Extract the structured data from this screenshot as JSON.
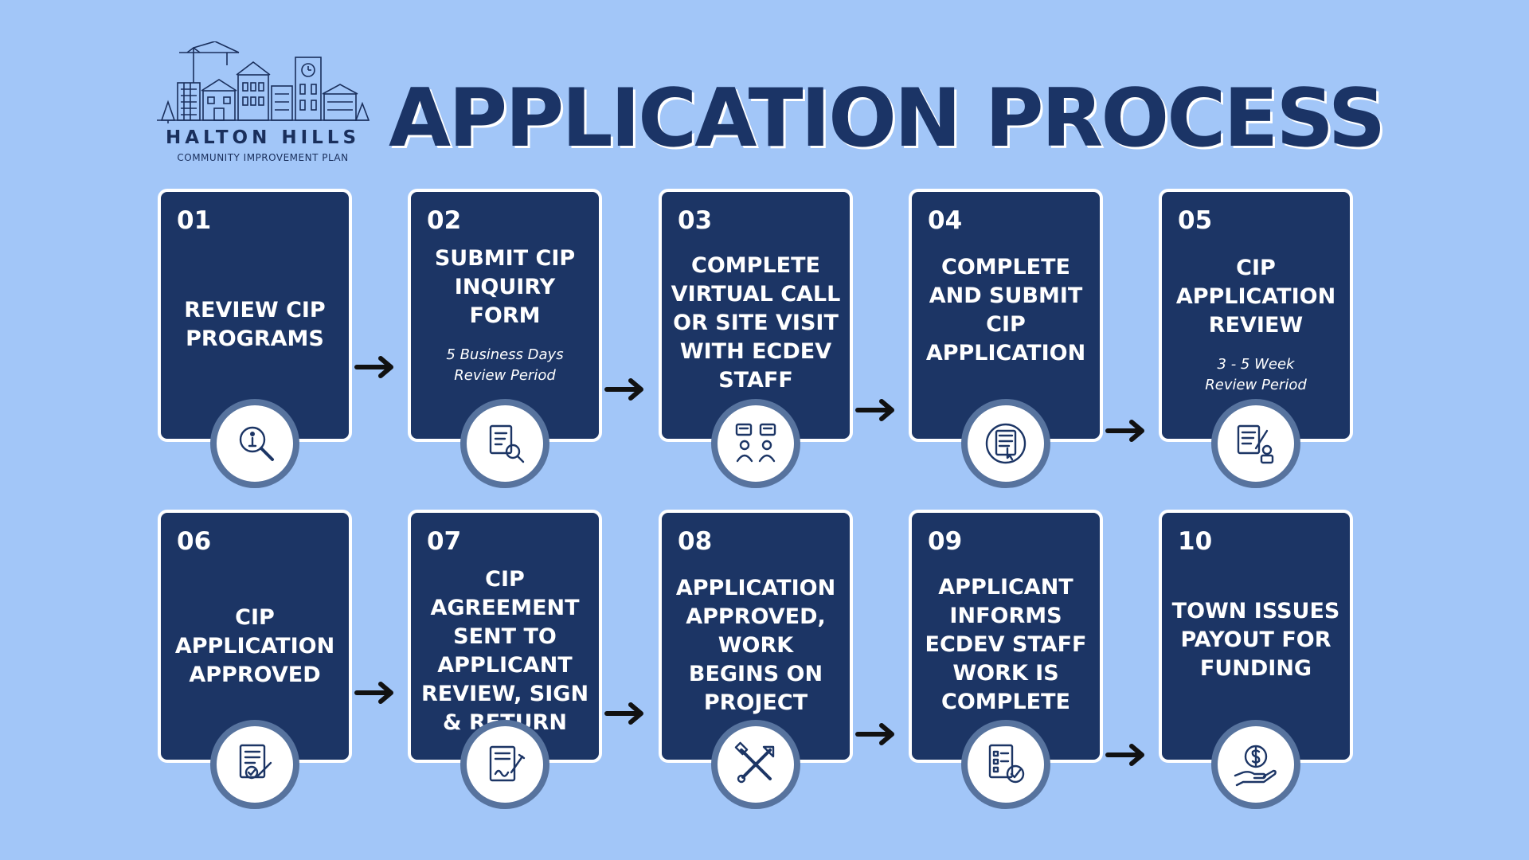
{
  "logo": {
    "name": "HALTON HILLS",
    "tagline": "COMMUNITY IMPROVEMENT PLAN"
  },
  "title": "APPLICATION PROCESS",
  "colors": {
    "background": "#a2c6f8",
    "card": "#1c3565",
    "title": "#1b3466",
    "badge_ring": "#57739e"
  },
  "steps": [
    {
      "number": "01",
      "label": "REVIEW CIP\nPROGRAMS",
      "note": "",
      "icon": "magnifier-info-icon"
    },
    {
      "number": "02",
      "label": "SUBMIT CIP\nINQUIRY FORM",
      "note": "5 Business Days\nReview Period",
      "icon": "document-search-icon"
    },
    {
      "number": "03",
      "label": "COMPLETE\nVIRTUAL CALL\nOR SITE VISIT\nWITH ECDEV\nSTAFF",
      "note": "",
      "icon": "people-chat-icon"
    },
    {
      "number": "04",
      "label": "COMPLETE\nAND SUBMIT\nCIP\nAPPLICATION",
      "note": "",
      "icon": "online-form-icon"
    },
    {
      "number": "05",
      "label": "CIP\nAPPLICATION\nREVIEW",
      "note": "3 - 5 Week\nReview Period",
      "icon": "document-reviewer-icon"
    },
    {
      "number": "06",
      "label": "CIP\nAPPLICATION\nAPPROVED",
      "note": "",
      "icon": "approved-document-icon"
    },
    {
      "number": "07",
      "label": "CIP\nAGREEMENT\nSENT TO\nAPPLICANT\nREVIEW, SIGN\n& RETURN",
      "note": "",
      "icon": "sign-document-icon"
    },
    {
      "number": "08",
      "label": "APPLICATION\nAPPROVED,\nWORK\nBEGINS ON\nPROJECT",
      "note": "",
      "icon": "tools-icon"
    },
    {
      "number": "09",
      "label": "APPLICANT\nINFORMS\nECDEV STAFF\nWORK IS\nCOMPLETE",
      "note": "",
      "icon": "checklist-icon"
    },
    {
      "number": "10",
      "label": "TOWN ISSUES\nPAYOUT FOR\nFUNDING",
      "note": "",
      "icon": "hand-money-icon"
    }
  ]
}
